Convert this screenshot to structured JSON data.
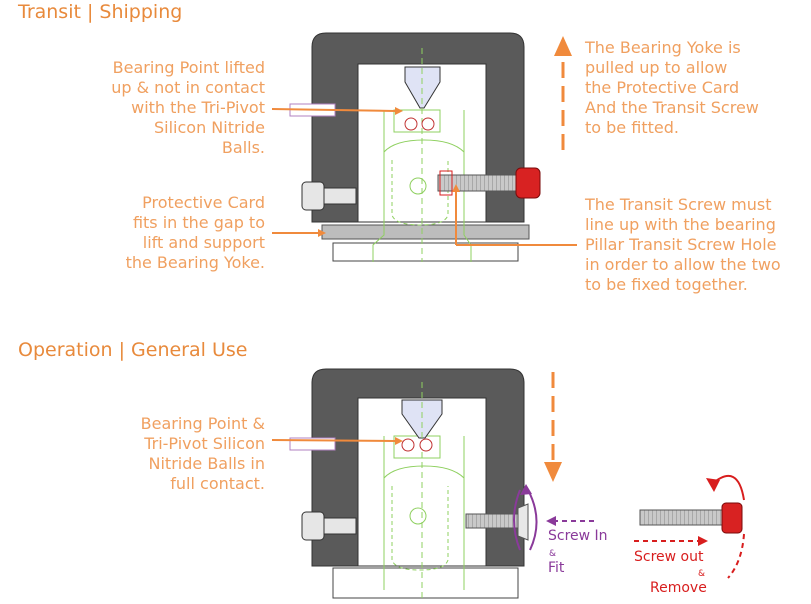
{
  "sections": {
    "transit": {
      "title": "Transit | Shipping",
      "label_bearing_point": "Bearing Point lifted\nup & not in contact\nwith the Tri-Pivot\nSilicon Nitride\nBalls.",
      "label_protective_card": "Protective Card\nfits in the gap to\nlift and support\nthe Bearing Yoke.",
      "label_yoke": "The Bearing Yoke is\npulled up to allow\nthe Protective Card\nAnd the Transit Screw\nto be fitted.",
      "label_transit_screw": "The Transit Screw must\nline up with the bearing\nPillar Transit Screw Hole\nin order to allow the two\nto be fixed together."
    },
    "operation": {
      "title": "Operation | General Use",
      "label_bearing_point": "Bearing Point &\nTri-Pivot Silicon\nNitride Balls in\nfull contact.",
      "screw_in": "Screw In",
      "screw_in_amp": "&",
      "screw_in_fit": "Fit",
      "screw_out": "Screw out",
      "screw_out_amp": "&",
      "screw_out_remove": "Remove"
    }
  },
  "colors": {
    "label_orange": "#f0a060",
    "arrow_orange": "#f08a3c",
    "body_gray": "#5a5a5a",
    "green_outline": "#8fd060",
    "purple": "#8a3a9a",
    "red": "#d81e1e"
  }
}
